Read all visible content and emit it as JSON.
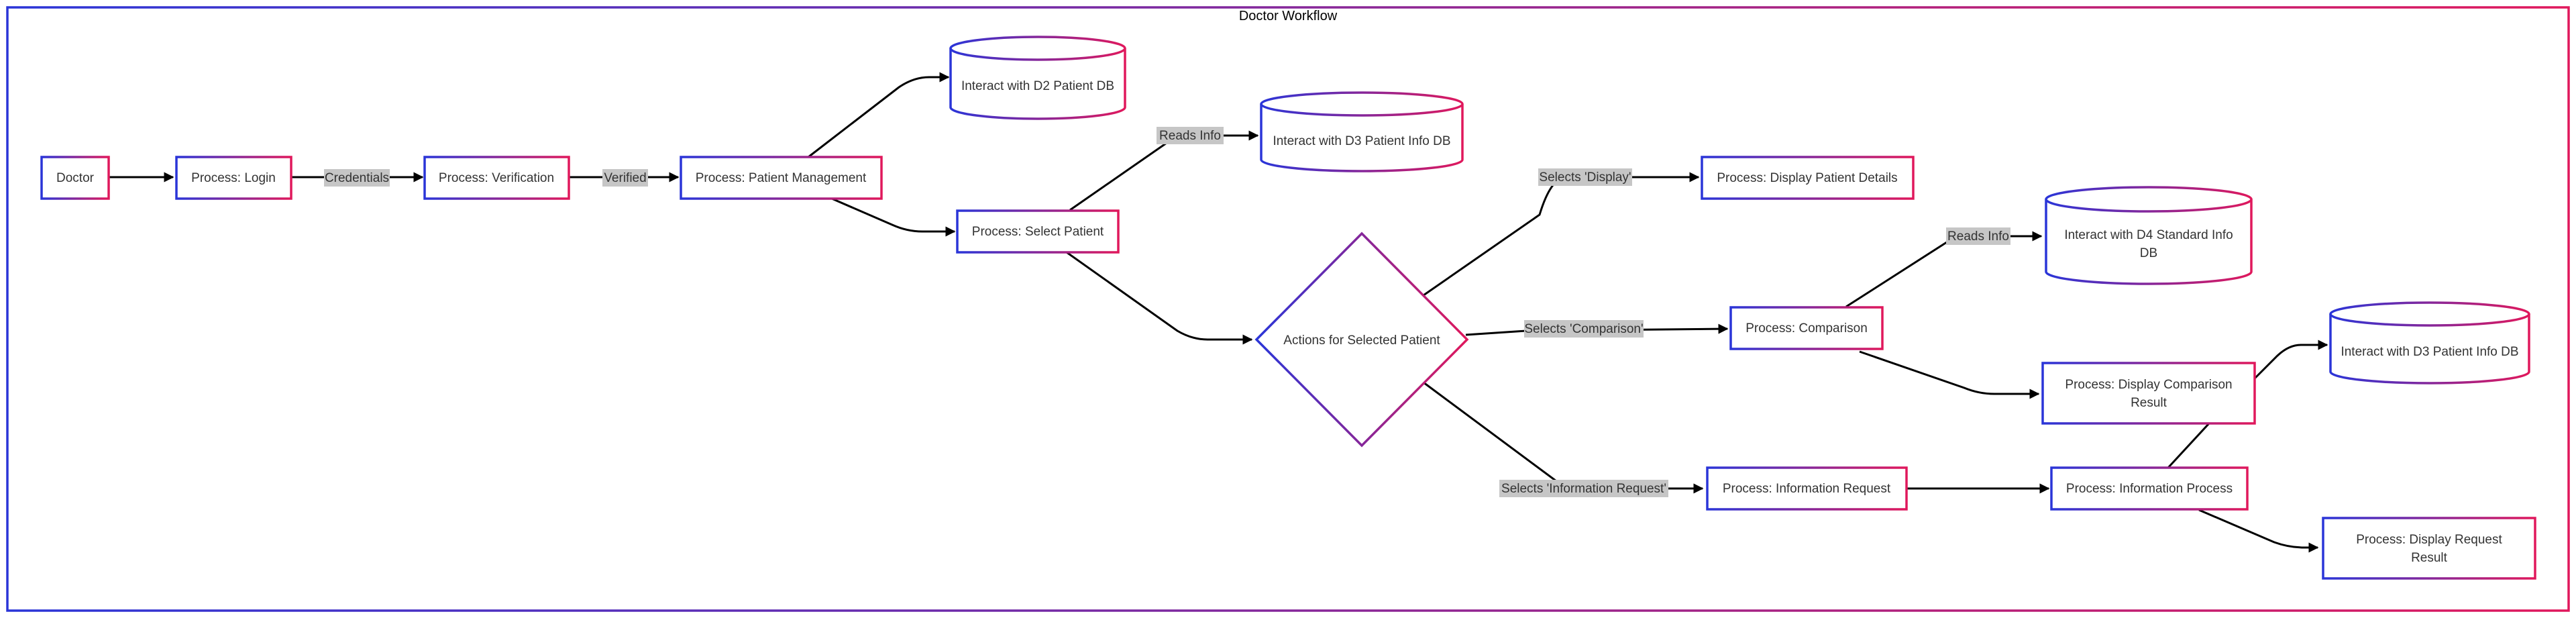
{
  "title": "Doctor Workflow",
  "colors": {
    "gradient_start": "#2a35d8",
    "gradient_end": "#e0185c",
    "edge": "#000000",
    "edge_label_bg": "#c6c6c6",
    "text": "#333333"
  },
  "nodes": {
    "doctor": "Doctor",
    "login": "Process: Login",
    "verification": "Process: Verification",
    "patient_management": "Process: Patient Management",
    "d2_db": "Interact with D2 Patient DB",
    "select_patient": "Process: Select Patient",
    "d3_db_1": "Interact with D3 Patient Info DB",
    "actions": "Actions for Selected Patient",
    "display_details": "Process: Display Patient Details",
    "comparison": "Process: Comparison",
    "d4_db_line1": "Interact with D4 Standard Info",
    "d4_db_line2": "DB",
    "display_comparison_line1": "Process: Display Comparison",
    "display_comparison_line2": "Result",
    "d3_db_2": "Interact with D3 Patient Info DB",
    "info_request": "Process: Information Request",
    "info_process": "Process: Information Process",
    "display_request_line1": "Process: Display Request",
    "display_request_line2": "Result"
  },
  "edge_labels": {
    "credentials": "Credentials",
    "verified": "Verified",
    "reads_info_1": "Reads Info",
    "selects_display": "Selects 'Display'",
    "selects_comparison": "Selects 'Comparison'",
    "selects_info_request": "Selects 'Information Request'",
    "reads_info_2": "Reads Info"
  }
}
